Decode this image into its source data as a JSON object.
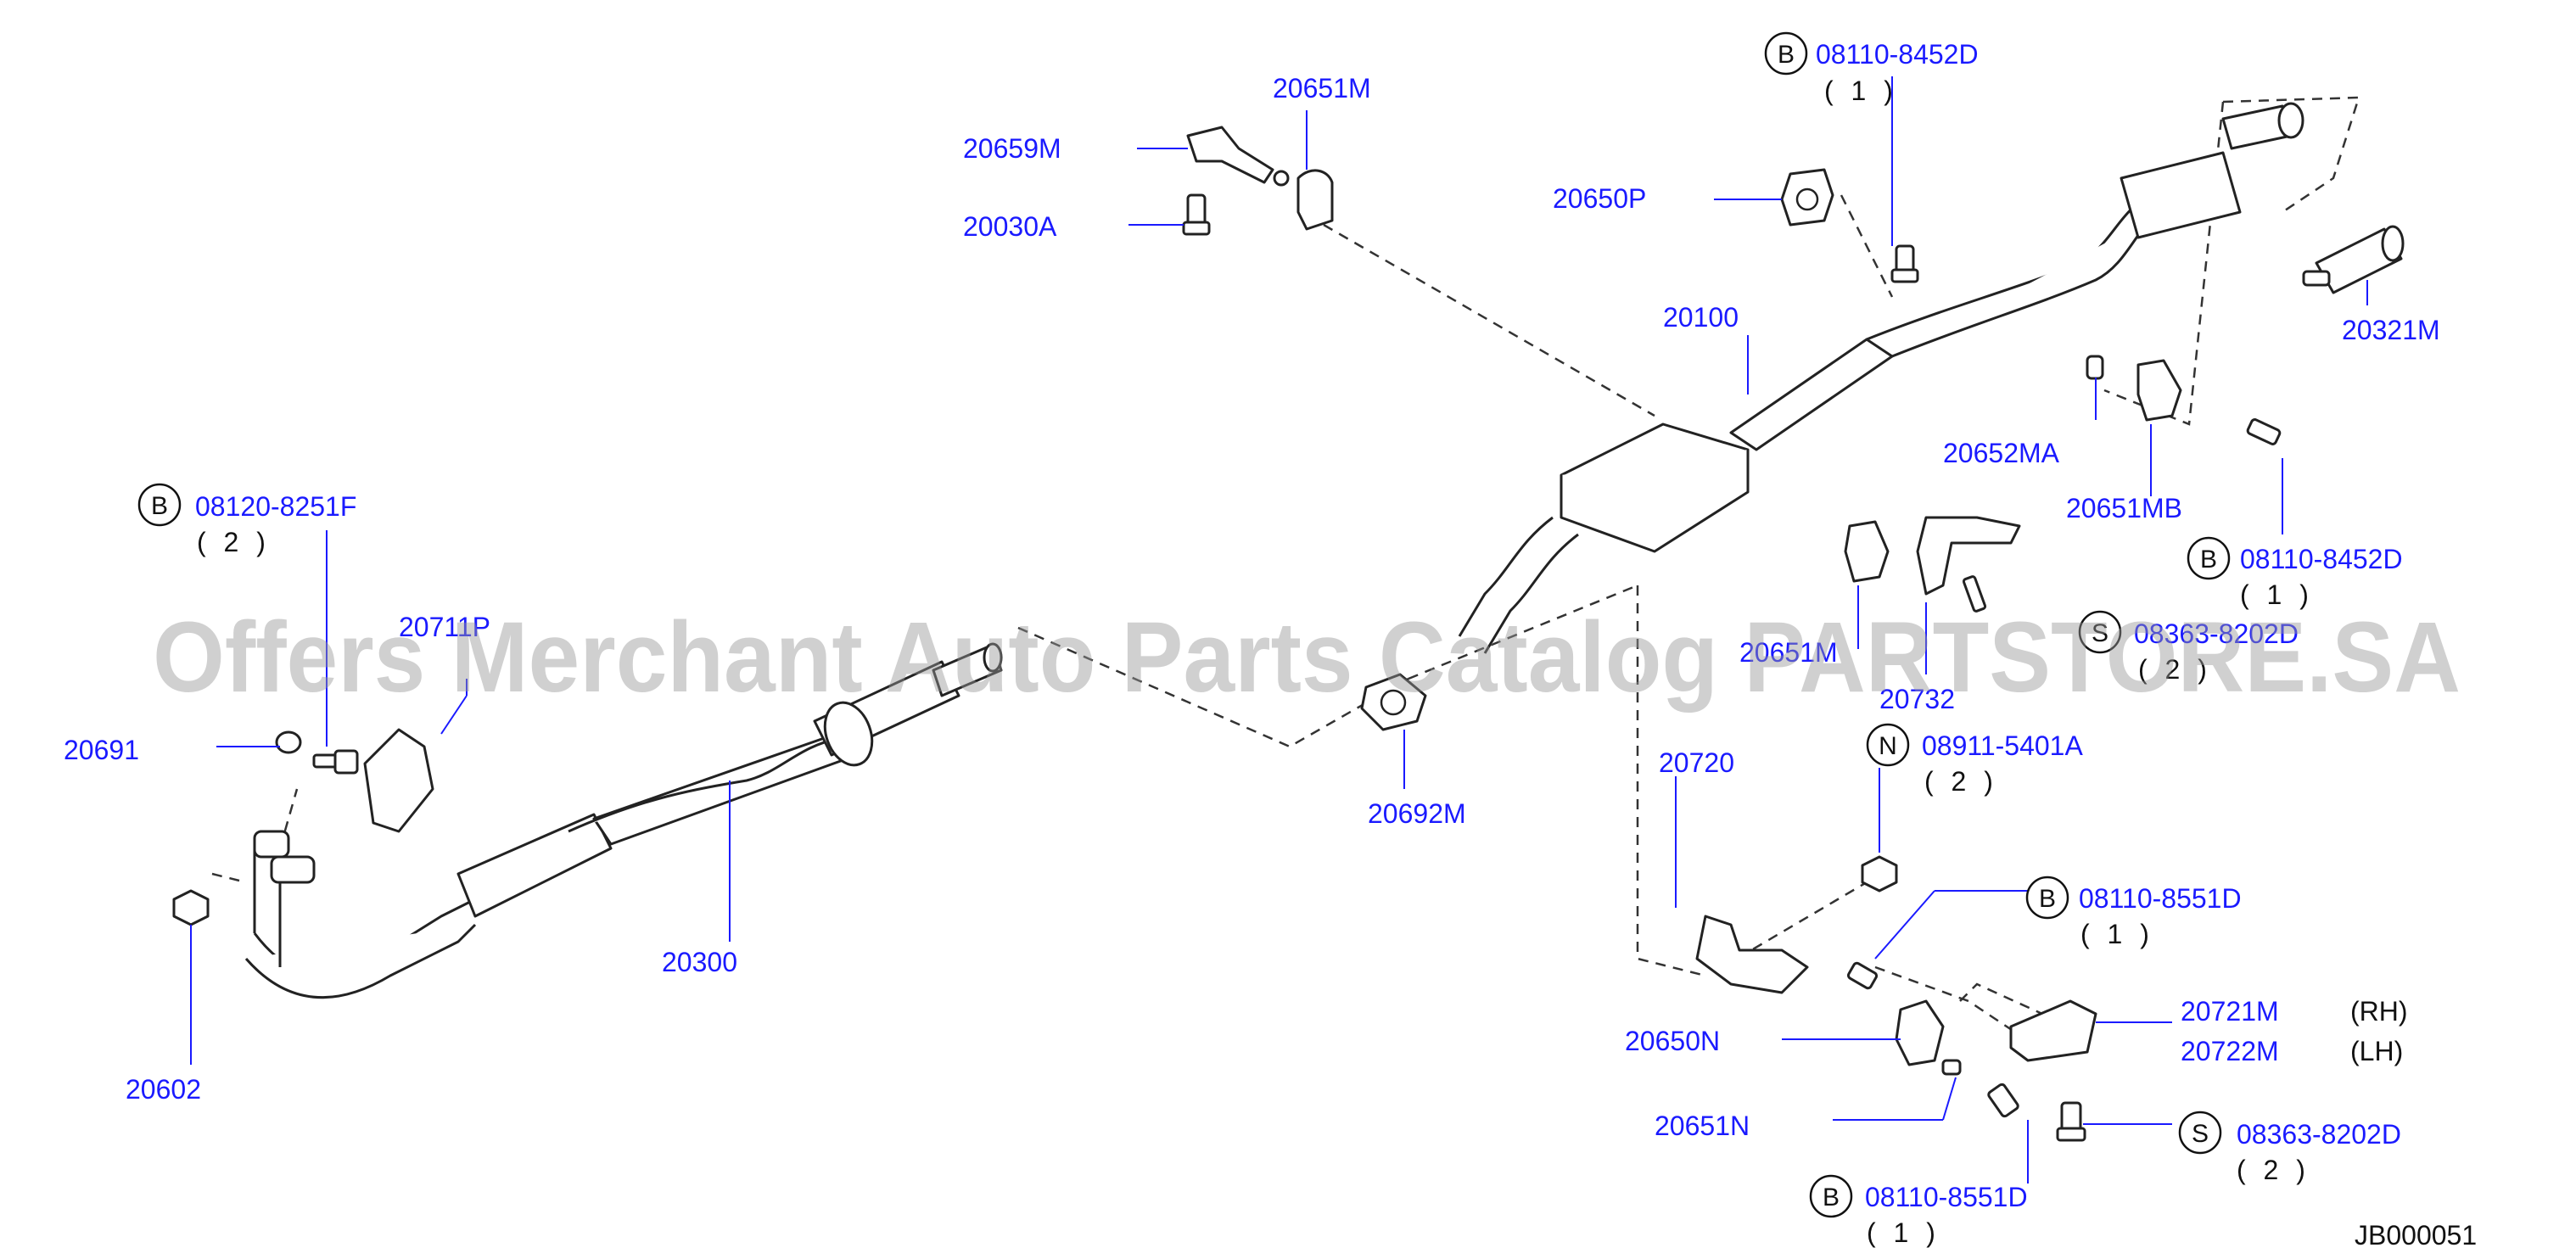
{
  "watermark": "Offers Merchant Auto Parts Catalog PARTSTORE.SA",
  "diagram_id": "JB000051",
  "labels": {
    "p20659M": "20659M",
    "p20651M_top": "20651M",
    "p20030A": "20030A",
    "p20650P": "20650P",
    "p20100": "20100",
    "p20321M": "20321M",
    "p20652MA": "20652MA",
    "p20651MB": "20651MB",
    "p20711P": "20711P",
    "p20691": "20691",
    "p20602": "20602",
    "p20300": "20300",
    "p20692M": "20692M",
    "p20651M_mid": "20651M",
    "p20732": "20732",
    "p20720": "20720",
    "p20650N": "20650N",
    "p20651N": "20651N",
    "p20721M": "20721M",
    "p20722M": "20722M",
    "side_rh": "(RH)",
    "side_lh": "(LH)"
  },
  "callouts": {
    "c1": {
      "badge": "B",
      "part": "08110-8452D",
      "qty": "( 1 )"
    },
    "c2": {
      "badge": "B",
      "part": "08120-8251F",
      "qty": "( 2 )"
    },
    "c3": {
      "badge": "B",
      "part": "08110-8452D",
      "qty": "( 1 )"
    },
    "c4": {
      "badge": "S",
      "part": "08363-8202D",
      "qty": "( 2 )"
    },
    "c5": {
      "badge": "N",
      "part": "08911-5401A",
      "qty": "( 2 )"
    },
    "c6": {
      "badge": "B",
      "part": "08110-8551D",
      "qty": "( 1 )"
    },
    "c7": {
      "badge": "S",
      "part": "08363-8202D",
      "qty": "( 2 )"
    },
    "c8": {
      "badge": "B",
      "part": "08110-8551D",
      "qty": "( 1 )"
    }
  }
}
